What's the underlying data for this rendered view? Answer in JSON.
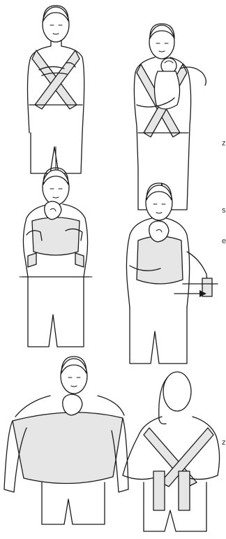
{
  "edge_letters": {
    "step1": "z",
    "step3a": "s",
    "step3b": "e",
    "step5": "z"
  },
  "colors": {
    "line": "#1a1a1a",
    "cloth_fill": "#e6e6e6",
    "background": "#ffffff"
  },
  "panels": [
    {
      "id": "step-1",
      "description_icon": "woman-front-crossed-straps-icon"
    },
    {
      "id": "step-2",
      "description_icon": "woman-holding-baby-upright-icon"
    },
    {
      "id": "step-3",
      "description_icon": "woman-baby-in-carrier-front-icon"
    },
    {
      "id": "step-4",
      "description_icon": "woman-tightening-strap-arrow-icon"
    },
    {
      "id": "step-5",
      "description_icon": "woman-spreading-panel-front-icon"
    },
    {
      "id": "step-6",
      "description_icon": "woman-back-view-tying-icon"
    }
  ]
}
